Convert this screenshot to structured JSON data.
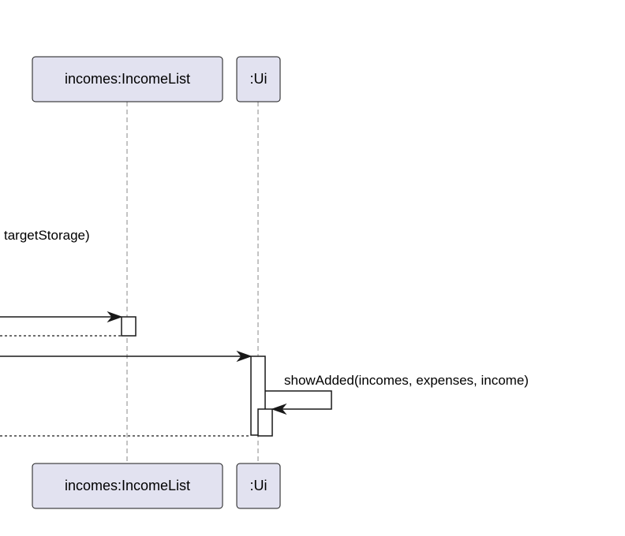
{
  "participants": {
    "income_list": "incomes:IncomeList",
    "ui": ":Ui"
  },
  "messages": {
    "partial_create": "targetStorage)",
    "show_added": "showAdded(incomes, expenses, income)"
  }
}
